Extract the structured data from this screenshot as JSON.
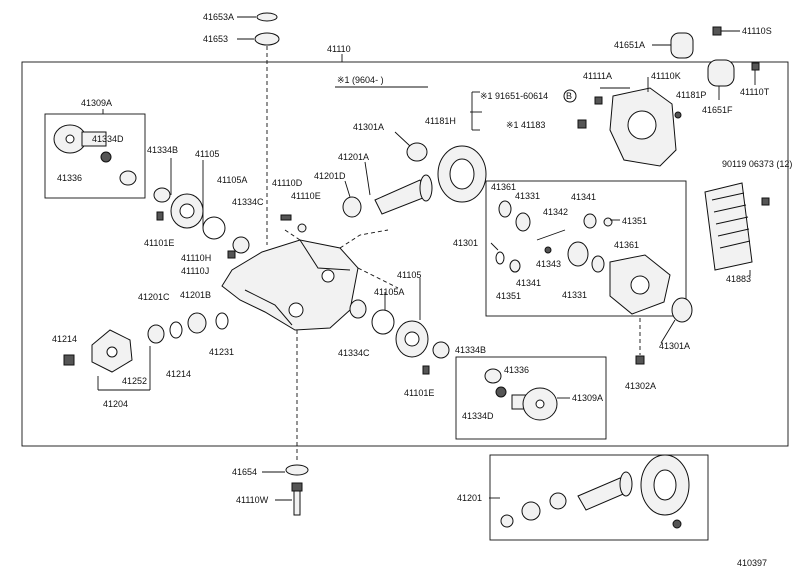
{
  "diagram_id": "410397",
  "labels": {
    "p41653A": "41653A",
    "p41653": "41653",
    "p41110": "41110",
    "p41651A": "41651A",
    "p41110S": "41110S",
    "p41651F": "41651F",
    "p41110T": "41110T",
    "note1": "※1 (9604-    )",
    "p41111A": "41111A",
    "p41110K": "41110K",
    "note_91651": "※1 91651-60614",
    "badge_b": "B",
    "p41181H": "41181H",
    "note_41183": "※1 41183",
    "p41181P": "41181P",
    "p41309A_top": "41309A",
    "p41334D_top": "41334D",
    "p41336_top": "41336",
    "p41334B_top": "41334B",
    "p41105_top": "41105",
    "p41105A_top": "41105A",
    "p41334C_top": "41334C",
    "p41101E_top": "41101E",
    "p41110H": "41110H",
    "p41110J": "41110J",
    "p41110D": "41110D",
    "p41110E": "41110E",
    "p41201D": "41201D",
    "p41201A": "41201A",
    "p41301A_top": "41301A",
    "p41361a": "41361",
    "p41331a": "41331",
    "p41342": "41342",
    "p41341a": "41341",
    "p41351a": "41351",
    "p41301": "41301",
    "p41343": "41343",
    "p41361b": "41361",
    "p41351b": "41351",
    "p41341b": "41341",
    "p41331b": "41331",
    "p90119": "90119 06373 (12)",
    "p41883": "41883",
    "p41301A_bot": "41301A",
    "p41302A": "41302A",
    "p41201C": "41201C",
    "p41201B": "41201B",
    "p41214a": "41214",
    "p41252": "41252",
    "p41214b": "41214",
    "p41231": "41231",
    "p41204": "41204",
    "p41105_bot": "41105",
    "p41105A_bot": "41105A",
    "p41334C_bot": "41334C",
    "p41334B_bot": "41334B",
    "p41101E_bot": "41101E",
    "p41336_bot": "41336",
    "p41334D_bot": "41334D",
    "p41309A_bot": "41309A",
    "p41654": "41654",
    "p41110W": "41110W",
    "p41201": "41201"
  }
}
